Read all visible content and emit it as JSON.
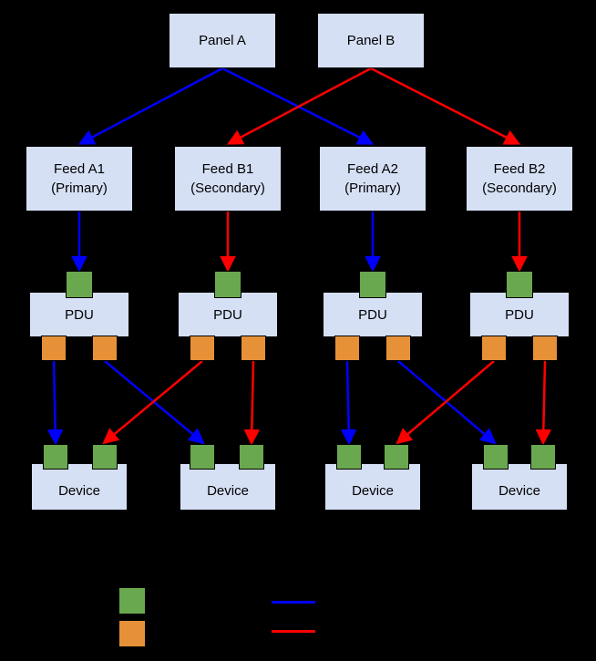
{
  "diagram": {
    "panels": [
      {
        "label": "Panel A"
      },
      {
        "label": "Panel B"
      }
    ],
    "feeds": [
      {
        "line1": "Feed A1",
        "line2": "(Primary)"
      },
      {
        "line1": "Feed B1",
        "line2": "(Secondary)"
      },
      {
        "line1": "Feed A2",
        "line2": "(Primary)"
      },
      {
        "line1": "Feed B2",
        "line2": "(Secondary)"
      }
    ],
    "pdus": [
      {
        "label": "PDU"
      },
      {
        "label": "PDU"
      },
      {
        "label": "PDU"
      },
      {
        "label": "PDU"
      }
    ],
    "devices": [
      {
        "label": "Device"
      },
      {
        "label": "Device"
      },
      {
        "label": "Device"
      },
      {
        "label": "Device"
      }
    ]
  },
  "legend": {
    "swatches": [
      {
        "shape": "square",
        "color": "#6aa84f"
      },
      {
        "shape": "square",
        "color": "#e69138"
      },
      {
        "shape": "line",
        "color": "#0000ff"
      },
      {
        "shape": "line",
        "color": "#ff0000"
      }
    ]
  },
  "colors": {
    "background": "#000000",
    "node_fill": "#d6e0f5",
    "text": "#000000",
    "primary": "#0000ff",
    "secondary": "#ff0000",
    "input_port": "#6aa84f",
    "output_port": "#e69138"
  }
}
